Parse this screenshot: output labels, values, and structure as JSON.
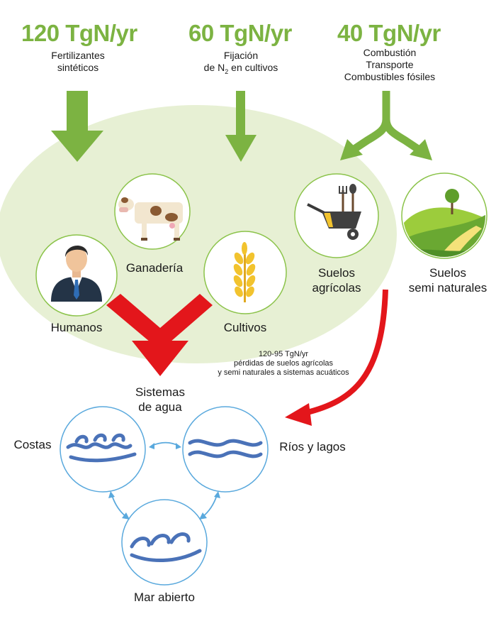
{
  "sources": [
    {
      "amount": "120 TgN/yr",
      "lines": [
        "Fertilizantes",
        "sintéticos"
      ]
    },
    {
      "amount": "60 TgN/yr",
      "lines": [
        "Fijación",
        "de N",
        "2",
        " en cultivos"
      ]
    },
    {
      "amount": "40 TgN/yr",
      "lines": [
        "Combustión",
        "Transporte",
        "Combustibles fósiles"
      ]
    }
  ],
  "nodes": {
    "humanos": "Humanos",
    "ganaderia": "Ganadería",
    "cultivos": "Cultivos",
    "suelos_agricolas": [
      "Suelos",
      "agrícolas"
    ],
    "suelos_semi": [
      "Suelos",
      "semi naturales"
    ]
  },
  "losses": [
    "120-95 TgN/yr",
    "pérdidas de suelos agrícolas",
    "y semi naturales a sistemas acuáticos"
  ],
  "water": {
    "title": [
      "Sistemas",
      "de agua"
    ],
    "costas": "Costas",
    "rios": "Ríos y lagos",
    "mar": "Mar abierto"
  },
  "colors": {
    "green": "#7cb342",
    "ellipse": "#e7f0d4",
    "red": "#e3161b",
    "blue": "#5aa9dd",
    "wave": "#4a72b8"
  }
}
